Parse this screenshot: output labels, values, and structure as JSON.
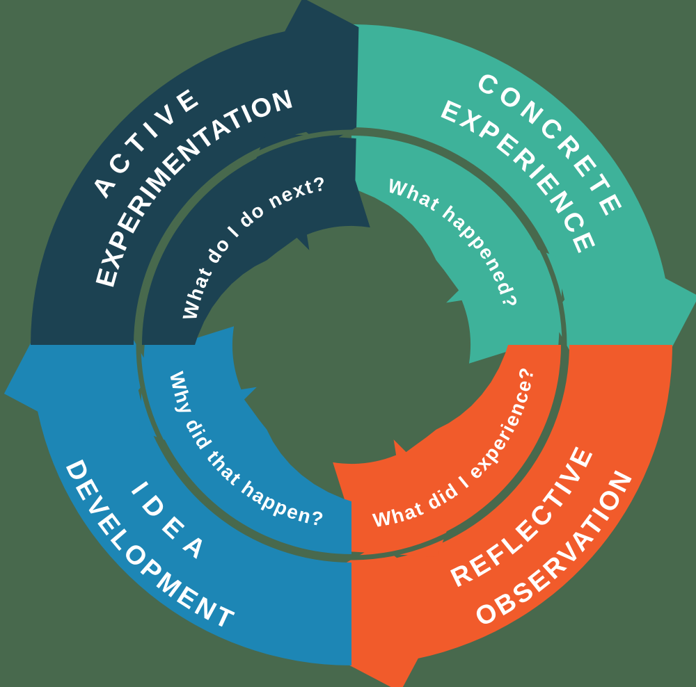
{
  "diagram": {
    "type": "cycle-diagram",
    "flow_direction": "clockwise",
    "background_color": "#48694D",
    "divider_color": "#48694D",
    "text_color": "#FFFFFF",
    "quadrants": [
      {
        "name": "concrete-experience",
        "position": "top-right",
        "color": "#3EB29A",
        "start_angle": 0,
        "end_angle": 90,
        "label": [
          "CONCRETE",
          "EXPERIENCE"
        ],
        "question": "What happened?"
      },
      {
        "name": "reflective-observation",
        "position": "bottom-right",
        "color": "#F15B2B",
        "start_angle": 90,
        "end_angle": 180,
        "label": [
          "REFLECTIVE",
          "OBSERVATION"
        ],
        "question": "What did I experience?"
      },
      {
        "name": "idea-development",
        "position": "bottom-left",
        "color": "#1D86B5",
        "start_angle": 180,
        "end_angle": 270,
        "label": [
          "IDEA",
          "DEVELOPMENT"
        ],
        "question": "Why did that happen?"
      },
      {
        "name": "active-experimentation",
        "position": "top-left",
        "color": "#1C4252",
        "start_angle": 270,
        "end_angle": 360,
        "label": [
          "ACTIVE",
          "EXPERIMENTATION"
        ],
        "question": "What do I do next?"
      }
    ]
  }
}
